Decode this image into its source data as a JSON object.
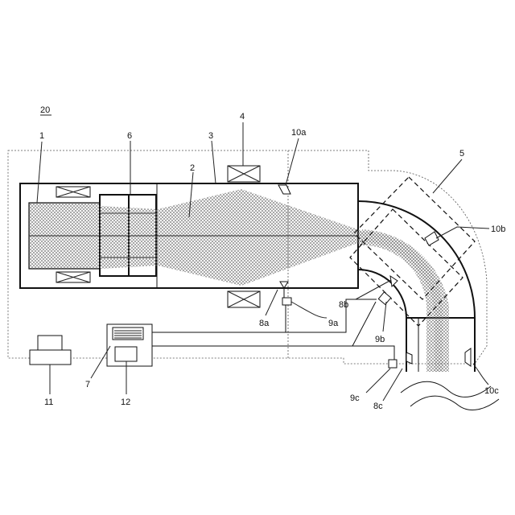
{
  "figure_label": "20",
  "labels": {
    "l1": "1",
    "l2": "2",
    "l3": "3",
    "l4": "4",
    "l5": "5",
    "l6": "6",
    "l7": "7",
    "l11": "11",
    "l12": "12",
    "l10a": "10a",
    "l10b": "10b",
    "l10c": "10c",
    "l8a": "8a",
    "l8b": "8b",
    "l8c": "8c",
    "l9a": "9a",
    "l9b": "9b",
    "l9c": "9c"
  }
}
